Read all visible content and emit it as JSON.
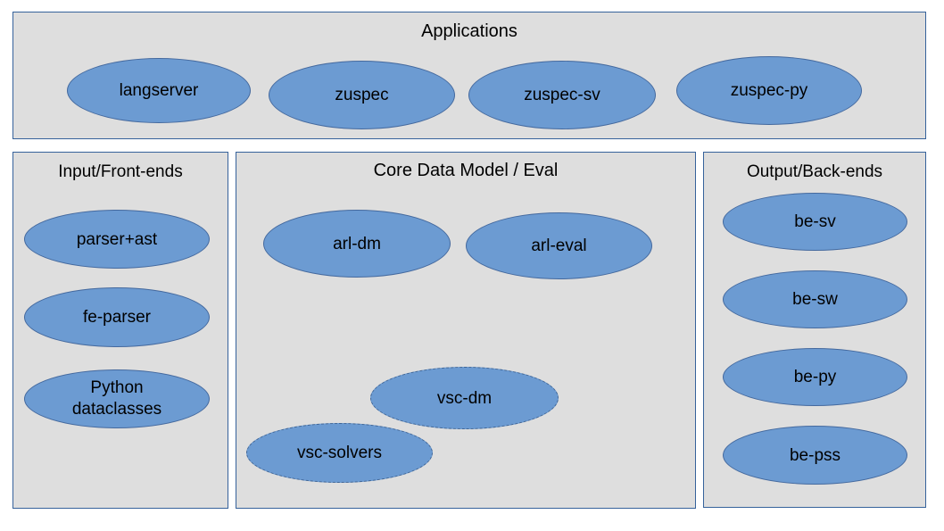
{
  "diagram": {
    "type": "layered-architecture-block-diagram",
    "background_color": "#ffffff",
    "panel_fill": "#dedede",
    "panel_border": "#36629b",
    "node_fill": "#6c9bd2",
    "node_border": "#44699e",
    "node_border_dashed": "#3f6596"
  },
  "panels": {
    "applications": {
      "title": "Applications",
      "nodes": [
        {
          "label": "langserver",
          "style": "solid"
        },
        {
          "label": "zuspec",
          "style": "solid"
        },
        {
          "label": "zuspec-sv",
          "style": "solid"
        },
        {
          "label": "zuspec-py",
          "style": "solid"
        }
      ]
    },
    "frontends": {
      "title": "Input/Front-ends",
      "nodes": [
        {
          "label": "parser+ast",
          "style": "solid"
        },
        {
          "label": "fe-parser",
          "style": "solid"
        },
        {
          "label": "Python\ndataclasses",
          "style": "solid"
        }
      ]
    },
    "core": {
      "title": "Core Data Model / Eval",
      "nodes": [
        {
          "label": "arl-dm",
          "style": "solid"
        },
        {
          "label": "arl-eval",
          "style": "solid"
        },
        {
          "label": "vsc-dm",
          "style": "dashed"
        },
        {
          "label": "vsc-solvers",
          "style": "dashed"
        }
      ]
    },
    "backends": {
      "title": "Output/Back-ends",
      "nodes": [
        {
          "label": "be-sv",
          "style": "solid"
        },
        {
          "label": "be-sw",
          "style": "solid"
        },
        {
          "label": "be-py",
          "style": "solid"
        },
        {
          "label": "be-pss",
          "style": "solid"
        }
      ]
    }
  }
}
